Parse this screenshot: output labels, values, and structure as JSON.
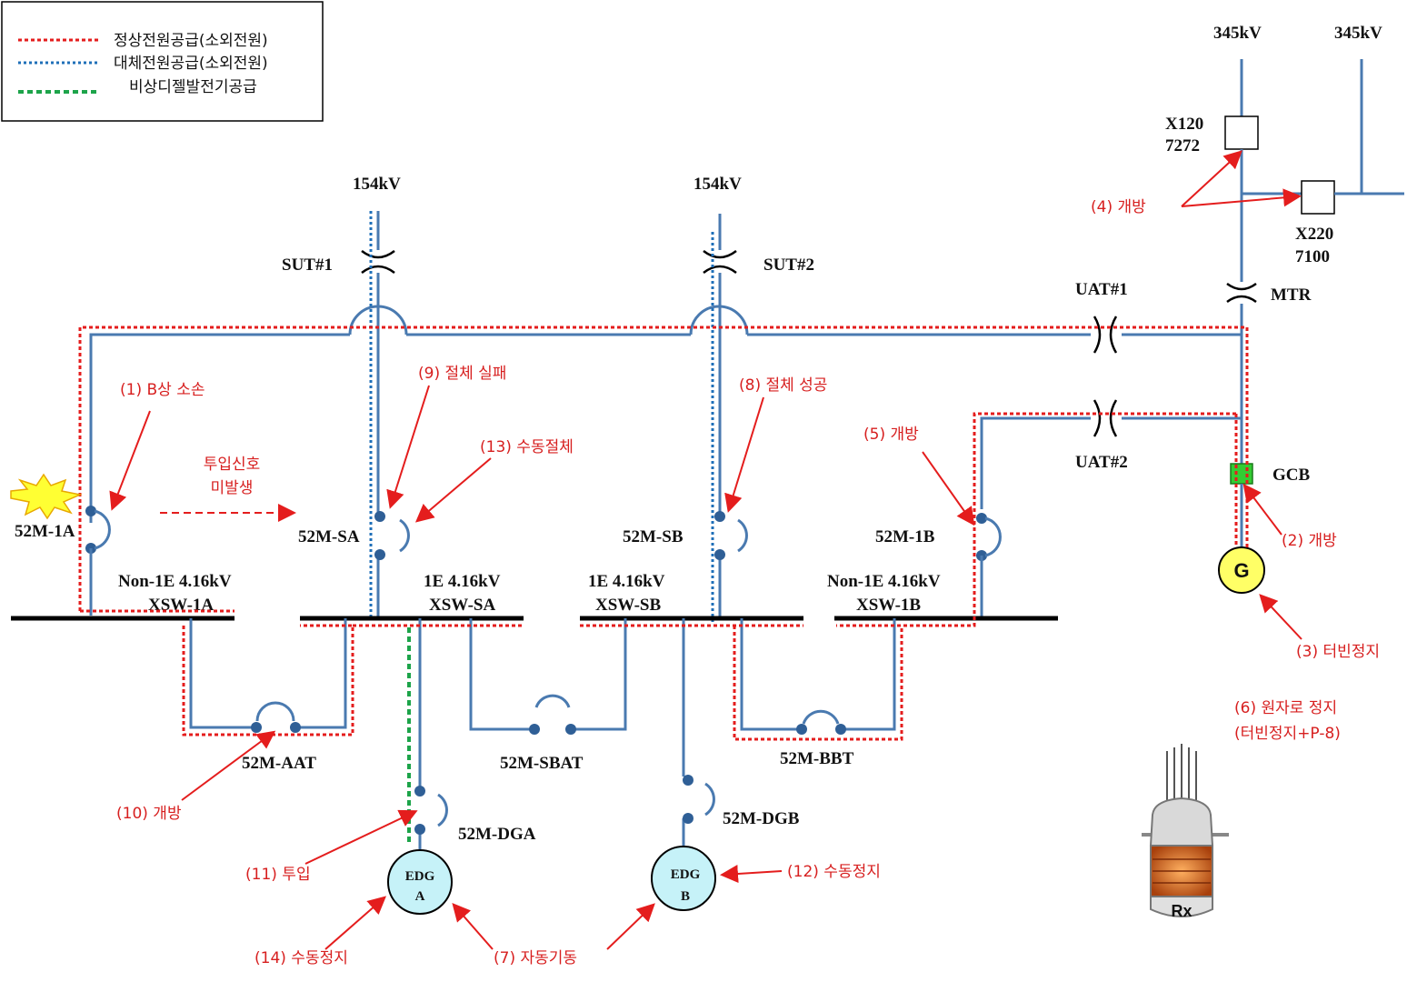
{
  "legend": {
    "normal": "정상전원공급(소외전원)",
    "alternate": "대체전원공급(소외전원)",
    "emergency": "비상디젤발전기공급"
  },
  "voltages": {
    "v345a": "345kV",
    "v345b": "345kV",
    "v154a": "154kV",
    "v154b": "154kV"
  },
  "breakers": {
    "x120": "X120",
    "x120_num": "7272",
    "x220": "X220",
    "x220_num": "7100",
    "m1a": "52M-1A",
    "msa": "52M-SA",
    "msb": "52M-SB",
    "m1b": "52M-1B",
    "maat": "52M-AAT",
    "msbat": "52M-SBAT",
    "mbbt": "52M-BBT",
    "mdga": "52M-DGA",
    "mdgb": "52M-DGB",
    "gcb": "GCB"
  },
  "transformers": {
    "sut1": "SUT#1",
    "sut2": "SUT#2",
    "uat1": "UAT#1",
    "uat2": "UAT#2",
    "mtr": "MTR"
  },
  "buses": {
    "b1a_l1": "Non-1E 4.16kV",
    "b1a_l2": "XSW-1A",
    "bsa_l1": "1E 4.16kV",
    "bsa_l2": "XSW-SA",
    "bsb_l1": "1E 4.16kV",
    "bsb_l2": "XSW-SB",
    "b1b_l1": "Non-1E 4.16kV",
    "b1b_l2": "XSW-1B"
  },
  "generators": {
    "g": "G",
    "edga_1": "EDG",
    "edga_2": "A",
    "edgb_1": "EDG",
    "edgb_2": "B",
    "rx": "Rx"
  },
  "annotations": {
    "a1": "(1) B상 소손",
    "a2": "(2) 개방",
    "a3": "(3) 터빈정지",
    "a4": "(4) 개방",
    "a5": "(5) 개방",
    "a6_1": "(6) 원자로 정지",
    "a6_2": "(터빈정지+P-8)",
    "a7": "(7) 자동기동",
    "a8": "(8) 절체 성공",
    "a9": "(9) 절체 실패",
    "a10": "(10) 개방",
    "a11": "(11) 투입",
    "a12": "(12) 수동정지",
    "a13": "(13) 수동절체",
    "a14": "(14) 수동정지",
    "signal_1": "투입신호",
    "signal_2": "미발생"
  },
  "colors": {
    "normal": "#e41d1d",
    "alternate": "#1f6fb8",
    "emergency": "#1da44a",
    "wire": "#4a7ab0",
    "annotation": "#d71f1f"
  }
}
